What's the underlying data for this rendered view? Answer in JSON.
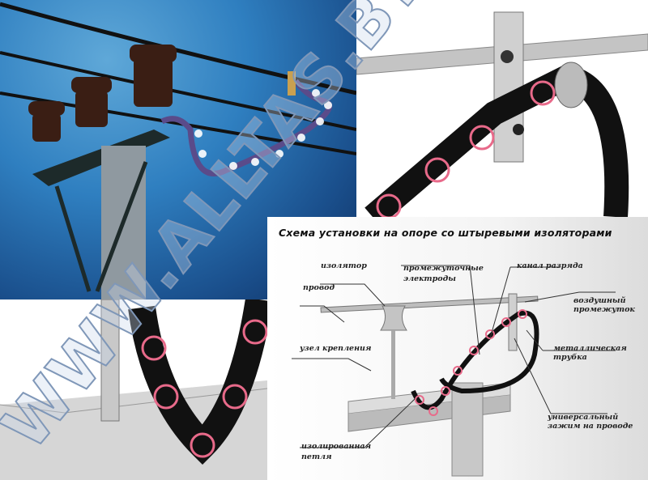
{
  "scheme": {
    "title": "Схема установки на опоре со штыревыми изоляторами",
    "labels": {
      "insulator": "изолятор",
      "wire": "провод",
      "intermediate_electrodes_1": "промежуточные",
      "intermediate_electrodes_2": "электроды",
      "discharge_channel": "канал разряда",
      "air_gap_1": "воздушный",
      "air_gap_2": "промежуток",
      "mount_node": "узел крепления",
      "metal_tube_1": "металлическая",
      "metal_tube_2": "трубка",
      "universal_clamp_1": "универсальный",
      "universal_clamp_2": "зажим на проводе",
      "insulated_loop_1": "изолированная",
      "insulated_loop_2": "петля"
    }
  },
  "watermark": "WWW.ALLTAS.BY",
  "colors": {
    "sky": "#2f7fc0",
    "spark": "#e86a8a",
    "cable": "#111111",
    "metal": "#b8b8b8"
  }
}
